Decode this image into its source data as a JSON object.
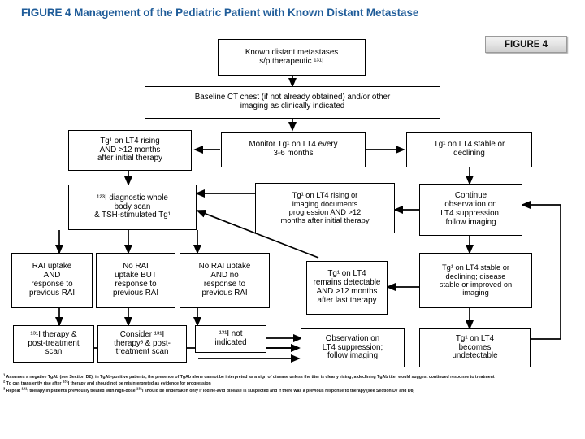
{
  "title": "FIGURE 4  Management of the Pediatric Patient with Known Distant Metastase",
  "badge": {
    "label": "FIGURE 4"
  },
  "colors": {
    "title": "#1F5C99",
    "box_border": "#000000",
    "box_fill": "#FFFFFF",
    "badge_fill": "#E6E6E6"
  },
  "nodes": {
    "known_mets": "Known distant metastases\ns/p therapeutic ¹³¹I",
    "baseline_ct": "Baseline CT chest (if not already obtained) and/or other\nimaging as clinically indicated",
    "tg_rising_12mo": "Tg¹ on LT4 rising\nAND >12 months\nafter initial therapy",
    "monitor_tg": "Monitor Tg¹ on LT4 every\n3-6 months",
    "tg_stable_declining": "Tg¹ on LT4 stable or\ndeclining",
    "dx_wbs": "¹²³I diagnostic whole\nbody scan\n& TSH-stimulated Tg¹",
    "tg_rising_progression": "Tg¹ on LT4 rising or\nimaging documents\nprogression AND >12\nmonths after initial therapy",
    "continue_observation": "Continue\nobservation on\nLT4 suppression;\nfollow imaging",
    "rai_uptake_response": "RAI uptake\nAND\nresponse to\nprevious RAI",
    "no_uptake_but_response": "No RAI\nuptake BUT\nresponse to\nprevious RAI",
    "no_uptake_no_response": "No RAI uptake\nAND no\nresponse to\nprevious RAI",
    "tg_detectable_12mo": "Tg¹ on LT4\nremains detectable\nAND >12 months\nafter last therapy",
    "tg_stable_imaging": "Tg¹ on LT4 stable or\ndeclining; disease\nstable or improved on\nimaging",
    "i131_therapy_scan": "¹³¹I therapy &\npost-treatment\nscan",
    "consider_i131": "Consider ¹³¹I\ntherapy³ & post-\ntreatment scan",
    "i131_not_indicated": "¹³¹I not\nindicated",
    "observation_lt4": "Observation on\nLT4 suppression;\nfollow imaging",
    "tg_undetectable": "Tg¹ on LT4\nbecomes\nundetectable"
  },
  "footnotes": [
    "1 Assumes a negative TgAb (see Section D2); in TgAb-positive patients, the presence of TgAb alone cannot be interpreted as a sign of disease unless the titer is clearly rising; a declining TgAb titer would suggest continued response to treatment",
    "2 Tg can transiently rise after 131I therapy and should not be misinterpreted as evidence for progression",
    "3 Repeat 131I therapy in patients previously treated with high-dose 131I should be undertaken only if iodine-avid disease is suspected and if there was a previous response to therapy (see Section D7 and D8)"
  ],
  "diagram": {
    "type": "flowchart",
    "node_count": 18,
    "edges": [
      "known_mets -> baseline_ct",
      "baseline_ct -> monitor_tg",
      "monitor_tg -> tg_rising_12mo",
      "monitor_tg -> tg_stable_declining",
      "tg_rising_12mo -> dx_wbs",
      "tg_stable_declining -> continue_observation",
      "tg_rising_progression -> dx_wbs",
      "continue_observation -> tg_rising_progression",
      "dx_wbs -> rai_uptake_response",
      "dx_wbs -> no_uptake_but_response",
      "dx_wbs -> no_uptake_no_response",
      "tg_detectable_12mo -> dx_wbs",
      "continue_observation -> tg_stable_imaging",
      "tg_stable_imaging -> tg_detectable_12mo",
      "tg_stable_imaging -> tg_undetectable",
      "rai_uptake_response -> i131_therapy_scan",
      "no_uptake_but_response -> consider_i131",
      "no_uptake_no_response -> i131_not_indicated",
      "i131_therapy_scan -> observation_lt4",
      "consider_i131 -> observation_lt4",
      "i131_not_indicated -> observation_lt4",
      "tg_undetectable -> continue_observation"
    ]
  }
}
